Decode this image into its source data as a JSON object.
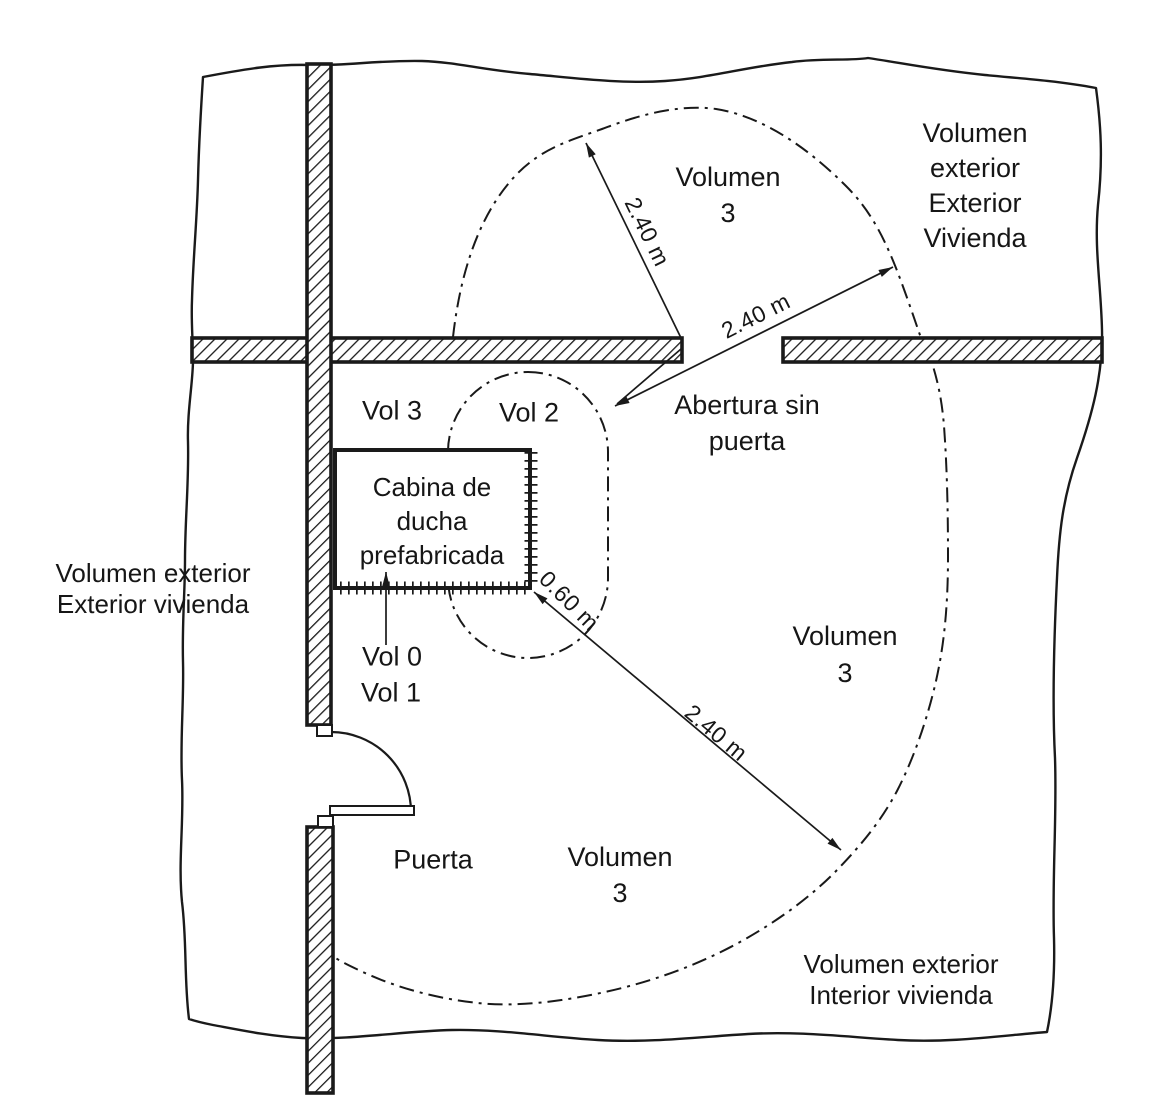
{
  "colors": {
    "ink": "#1a1a1a",
    "paper": "#ffffff"
  },
  "regions": {
    "outside_top_right": {
      "lines": [
        "Volumen",
        "exterior",
        "Exterior",
        "Vivienda"
      ]
    },
    "volume3_top": {
      "lines": [
        "Volumen",
        "3"
      ]
    },
    "opening_label": {
      "lines": [
        "Abertura sin",
        "puerta"
      ]
    },
    "vol3": {
      "label": "Vol 3"
    },
    "vol2": {
      "label": "Vol 2"
    },
    "cabin": {
      "lines": [
        "Cabina de",
        "ducha",
        "prefabricada"
      ]
    },
    "outside_left": {
      "lines": [
        "Volumen exterior",
        "Exterior vivienda"
      ]
    },
    "vol0": {
      "label": "Vol 0"
    },
    "vol1": {
      "label": "Vol 1"
    },
    "door": {
      "label": "Puerta"
    },
    "volume3_right": {
      "lines": [
        "Volumen",
        "3"
      ]
    },
    "volume3_bottom": {
      "lines": [
        "Volumen",
        "3"
      ]
    },
    "inside_bottom_right": {
      "lines": [
        "Volumen exterior",
        "Interior vivienda"
      ]
    }
  },
  "dimensions": {
    "radius_upper_left": "2.40 m",
    "radius_upper_right": "2.40 m",
    "radius_lower": "2.40 m",
    "cabin_clearance": "0.60 m"
  }
}
